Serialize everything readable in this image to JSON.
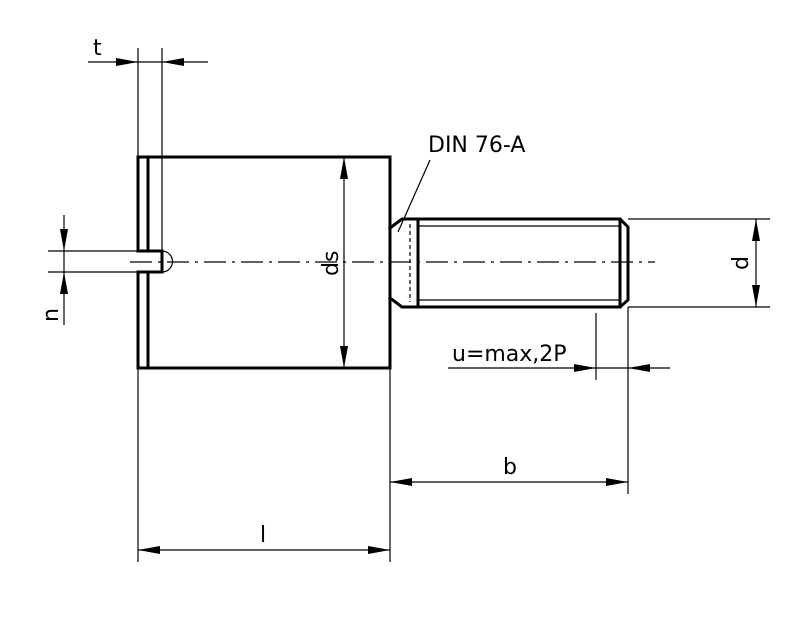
{
  "labels": {
    "t": "t",
    "n": "n",
    "ds": "ds",
    "d": "d",
    "b": "b",
    "l": "l",
    "u": "u=max,2P",
    "din": "DIN 76-A"
  }
}
